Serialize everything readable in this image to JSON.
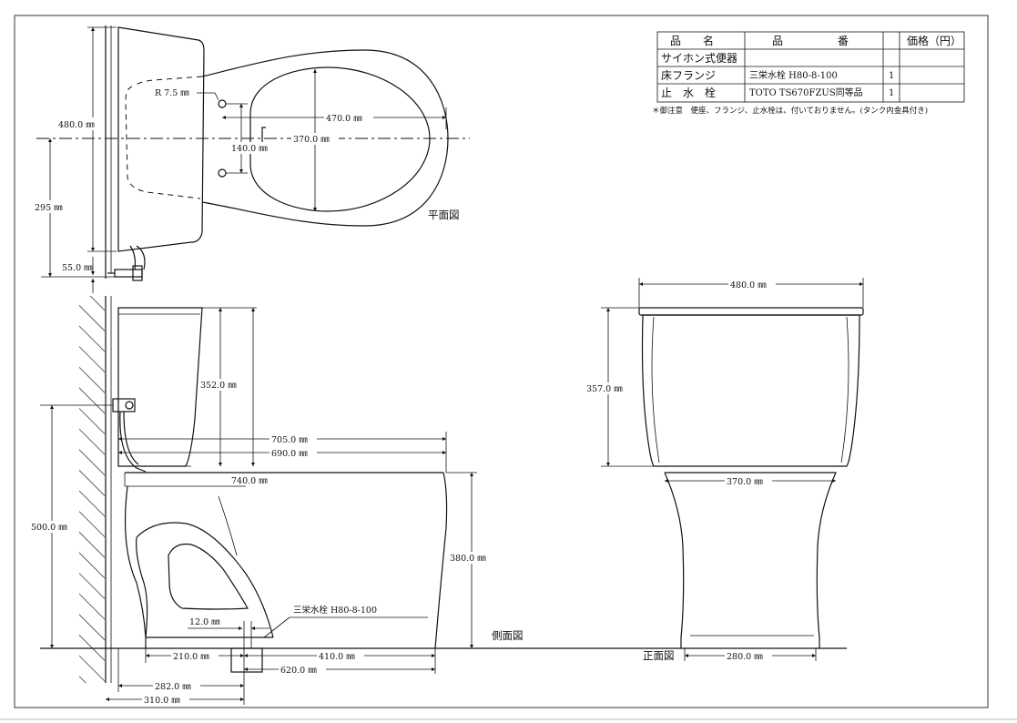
{
  "parts_table": {
    "headers": [
      "品　　名",
      "品　　　　　番",
      "",
      "価格（円）"
    ],
    "rows": [
      {
        "name": "サイホン式便器",
        "number": "",
        "qty": "",
        "price": ""
      },
      {
        "name": "床フランジ",
        "number": "三栄水栓 H80-8-100",
        "qty": "1",
        "price": ""
      },
      {
        "name": "止　水　栓",
        "number": "TOTO TS670FZUS同等品",
        "qty": "1",
        "price": ""
      }
    ],
    "note": "＊御注意　便座、フランジ、止水栓は、付いておりません。(タンク内金具付き)"
  },
  "views": {
    "plan": "平面図",
    "side": "側面図",
    "front": "正面図"
  },
  "dimensions": {
    "plan_width": "480.0 ㎜",
    "plan_radius": "R 7.5 ㎜",
    "plan_length": "470.0 ㎜",
    "plan_bowl_width": "370.0 ㎜",
    "plan_hole_spacing": "140.0 ㎜",
    "plan_center_offset": "295 ㎜",
    "plan_pipe_offset": "55.0 ㎜",
    "side_tank_height": "352.0 ㎜",
    "side_705": "705.0 ㎜",
    "side_690": "690.0 ㎜",
    "side_740": "740.0 ㎜",
    "side_wall_height": "500.0 ㎜",
    "side_bowl_height": "380.0 ㎜",
    "side_flange_label": "三栄水栓 H80-8-100",
    "side_12": "12.0 ㎜",
    "side_210": "210.0 ㎜",
    "side_410": "410.0 ㎜",
    "side_620": "620.0 ㎜",
    "side_282": "282.0 ㎜",
    "side_310": "310.0 ㎜",
    "front_top_width": "480.0 ㎜",
    "front_tank_height": "357.0 ㎜",
    "front_bowl_width": "370.0 ㎜",
    "front_base_width": "280.0 ㎜"
  }
}
